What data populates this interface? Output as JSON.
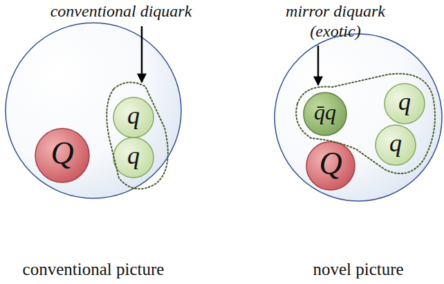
{
  "diagram": {
    "nodes": [
      {
        "text": [
          "conventional picture"
        ]
      },
      {
        "text": [
          "Q"
        ],
        "in": 0
      },
      {
        "text": [
          "q"
        ],
        "in": 0
      },
      {
        "text": [
          "q"
        ],
        "in": 0
      },
      {
        "text": [
          "novel picture"
        ]
      },
      {
        "text": [
          "q̄q"
        ],
        "in": 4
      },
      {
        "text": [
          "q"
        ],
        "in": 4
      },
      {
        "text": [
          "q"
        ],
        "in": 4
      },
      {
        "text": [
          "Q"
        ],
        "in": 4
      }
    ],
    "labels": [
      "conventional diquark",
      "mirror diquark (exotic)"
    ]
  }
}
